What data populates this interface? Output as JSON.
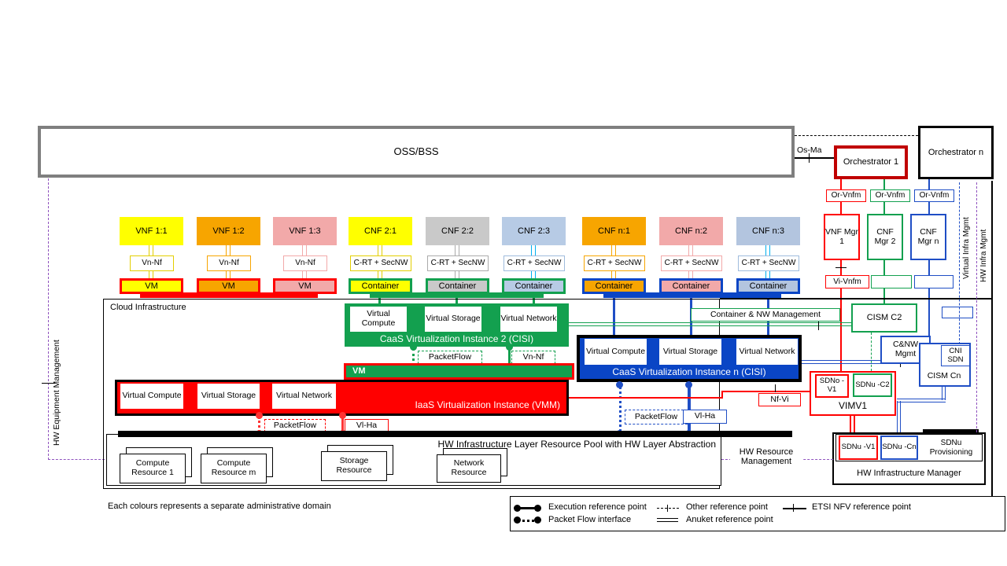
{
  "colors": {
    "red": "#FF0000",
    "dark_red": "#C00000",
    "green": "#13A04F",
    "blue_fill": "#0A45C5",
    "blue_line": "#1F4EC5",
    "yellow": "#FFFF00",
    "orange": "#F7A500",
    "pink": "#F2A9A9",
    "gray": "#C9C9C9",
    "light_blue": "#B7CBE5",
    "light_blue2": "#B3C5DF",
    "cyan": "#00B0F0",
    "purple": "#8F52BE",
    "oss_border": "#7F7F7F"
  },
  "oss": {
    "label": "OSS/BSS"
  },
  "orchestrators": {
    "os_ma": "Os-Ma",
    "orch_1": "Orchestrator 1",
    "orch_n": "Orchestrator n",
    "or_vnfm": [
      "Or-Vnfm",
      "Or-Vnfm",
      "Or-Vnfm"
    ]
  },
  "managers": {
    "vnf_mgr_1": "VNF Mgr 1",
    "cnf_mgr_2": "CNF Mgr 2",
    "cnf_mgr_n": "CNF Mgr n",
    "vi_vnfm": "Vi-Vnfm"
  },
  "nf_columns": [
    {
      "title": "VNF 1:1",
      "mid": "Vn-Nf",
      "runtime": "VM"
    },
    {
      "title": "VNF 1:2",
      "mid": "Vn-Nf",
      "runtime": "VM"
    },
    {
      "title": "VNF 1:3",
      "mid": "Vn-Nf",
      "runtime": "VM"
    },
    {
      "title": "CNF 2:1",
      "mid": "C-RT + SecNW",
      "runtime": "Container"
    },
    {
      "title": "CNF 2:2",
      "mid": "C-RT + SecNW",
      "runtime": "Container"
    },
    {
      "title": "CNF 2:3",
      "mid": "C-RT + SecNW",
      "runtime": "Container"
    },
    {
      "title": "CNF n:1",
      "mid": "C-RT + SecNW",
      "runtime": "Container"
    },
    {
      "title": "CNF n:2",
      "mid": "C-RT + SecNW",
      "runtime": "Container"
    },
    {
      "title": "CNF n:3",
      "mid": "C-RT + SecNW",
      "runtime": "Container"
    }
  ],
  "cloud": {
    "label": "Cloud Infrastructure",
    "caas2": {
      "compute": "Virtual Compute",
      "storage": "Virtual Storage",
      "network": "Virtual Network",
      "label": "CaaS Virtualization Instance 2 (CISI)",
      "packetflow": "PacketFlow",
      "vn_nf": "Vn-Nf"
    },
    "vm_bar": "VM",
    "iaas": {
      "compute": "Virtual Compute",
      "storage": "Virtual Storage",
      "network": "Virtual Network",
      "label": "IaaS Virtualization Instance (VMM)",
      "packetflow": "PacketFlow",
      "vl_ha": "Vl-Ha"
    },
    "caasn": {
      "compute": "Virtual Compute",
      "storage": "Virtual Storage",
      "network": "Virtual Network",
      "label": "CaaS Virtualization Instance n (CISI)",
      "packetflow": "PacketFlow",
      "vl_ha": "Vl-Ha"
    },
    "hw_pool": {
      "label": "HW Infrastructure Layer Resource Pool with HW Layer Abstraction",
      "resources": [
        "Compute Resource 1",
        "Compute Resource m",
        "Storage Resource",
        "Network Resource"
      ]
    }
  },
  "right_panel": {
    "container_nw_mgmt": "Container & NW Management",
    "cism_c2": "CISM C2",
    "cnw_mgmt": "C&NW Mgmt",
    "cni_sdn": "CNI SDN",
    "cism_cn": "CISM Cn",
    "sdno_v1": "SDNo -V1",
    "sdnu_c2": "SDNu -C2",
    "vim": "VIMV1",
    "nf_vi": "Nf-Vi",
    "sdnu_v1": "SDNu -V1",
    "sdnu_cn": "SDNu -Cn",
    "sdnu_prov": "SDNu Provisioning",
    "hw_mgr": "HW Infrastructure Manager"
  },
  "side_labels": {
    "hw_equipment": "HW Equipment Management",
    "virtual_infra": "Virtual Infra Mgmt",
    "hw_infra": "HW Infra Mgmt",
    "hw_resource": "HW Resource Management"
  },
  "legend": {
    "execution": "Execution reference point",
    "packet": "Packet Flow interface",
    "other": "Other reference point",
    "anuket": "Anuket reference point",
    "etsi": "ETSI NFV reference point"
  },
  "footnote": "Each colours represents a separate administrative domain"
}
